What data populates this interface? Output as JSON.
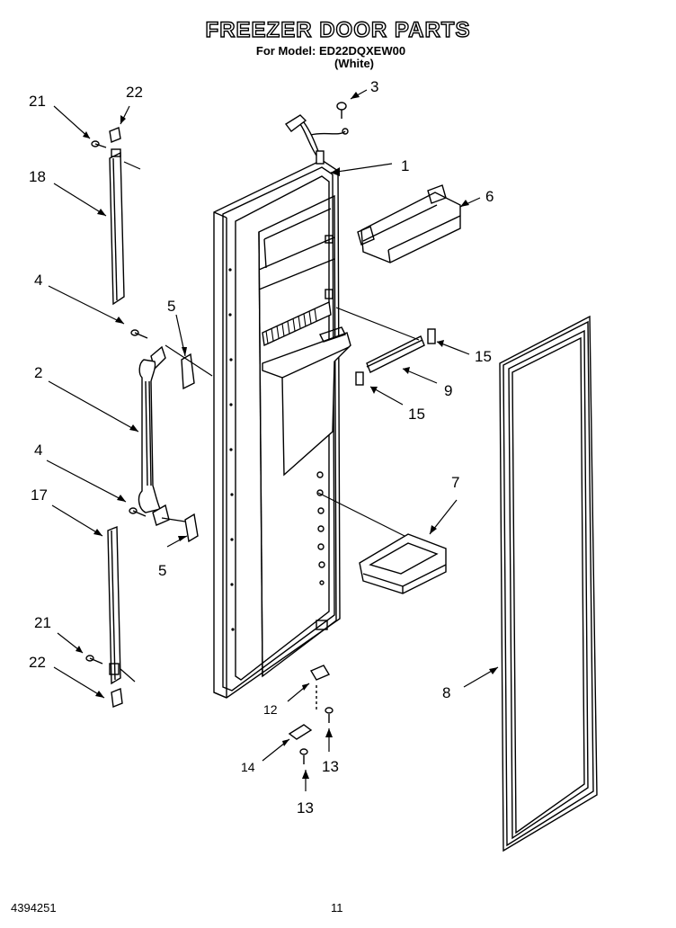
{
  "header": {
    "title": "FREEZER DOOR PARTS",
    "model_line": "For Model: ED22DQXEW00",
    "color_line": "(White)"
  },
  "callouts": [
    "1",
    "2",
    "3",
    "4",
    "4",
    "5",
    "5",
    "6",
    "7",
    "8",
    "9",
    "12",
    "13",
    "13",
    "14",
    "15",
    "15",
    "17",
    "18",
    "21",
    "21",
    "22",
    "22"
  ],
  "footer": {
    "doc_number": "4394251",
    "page_number": "11"
  }
}
